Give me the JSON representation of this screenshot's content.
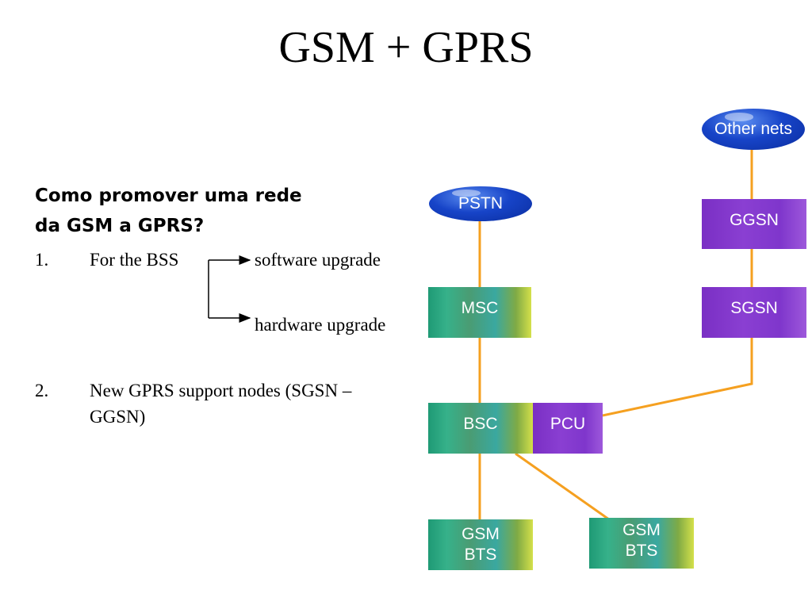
{
  "slide": {
    "title": "GSM + GPRS",
    "question_line1": "Como promover uma rede",
    "question_line2": "da GSM a GPRS?",
    "item1": {
      "number": "1.",
      "text": "For the BSS",
      "branch_top": "software upgrade",
      "branch_bottom": "hardware upgrade"
    },
    "item2": {
      "number": "2.",
      "line1": "New GPRS support  nodes (SGSN –",
      "line2": "GGSN)"
    }
  },
  "diagram": {
    "other_nets": "Other nets",
    "pstn": "PSTN",
    "ggsn": "GGSN",
    "msc": "MSC",
    "sgsn": "SGSN",
    "bsc": "BSC",
    "pcu": "PCU",
    "bts1_line1": "GSM",
    "bts1_line2": "BTS",
    "bts2_line1": "GSM",
    "bts2_line2": "BTS",
    "colors": {
      "link": "#f5a020",
      "node_green": "#3aa8a0",
      "node_purple": "#8a3fd2",
      "cloud_blue": "#1744c8"
    }
  }
}
